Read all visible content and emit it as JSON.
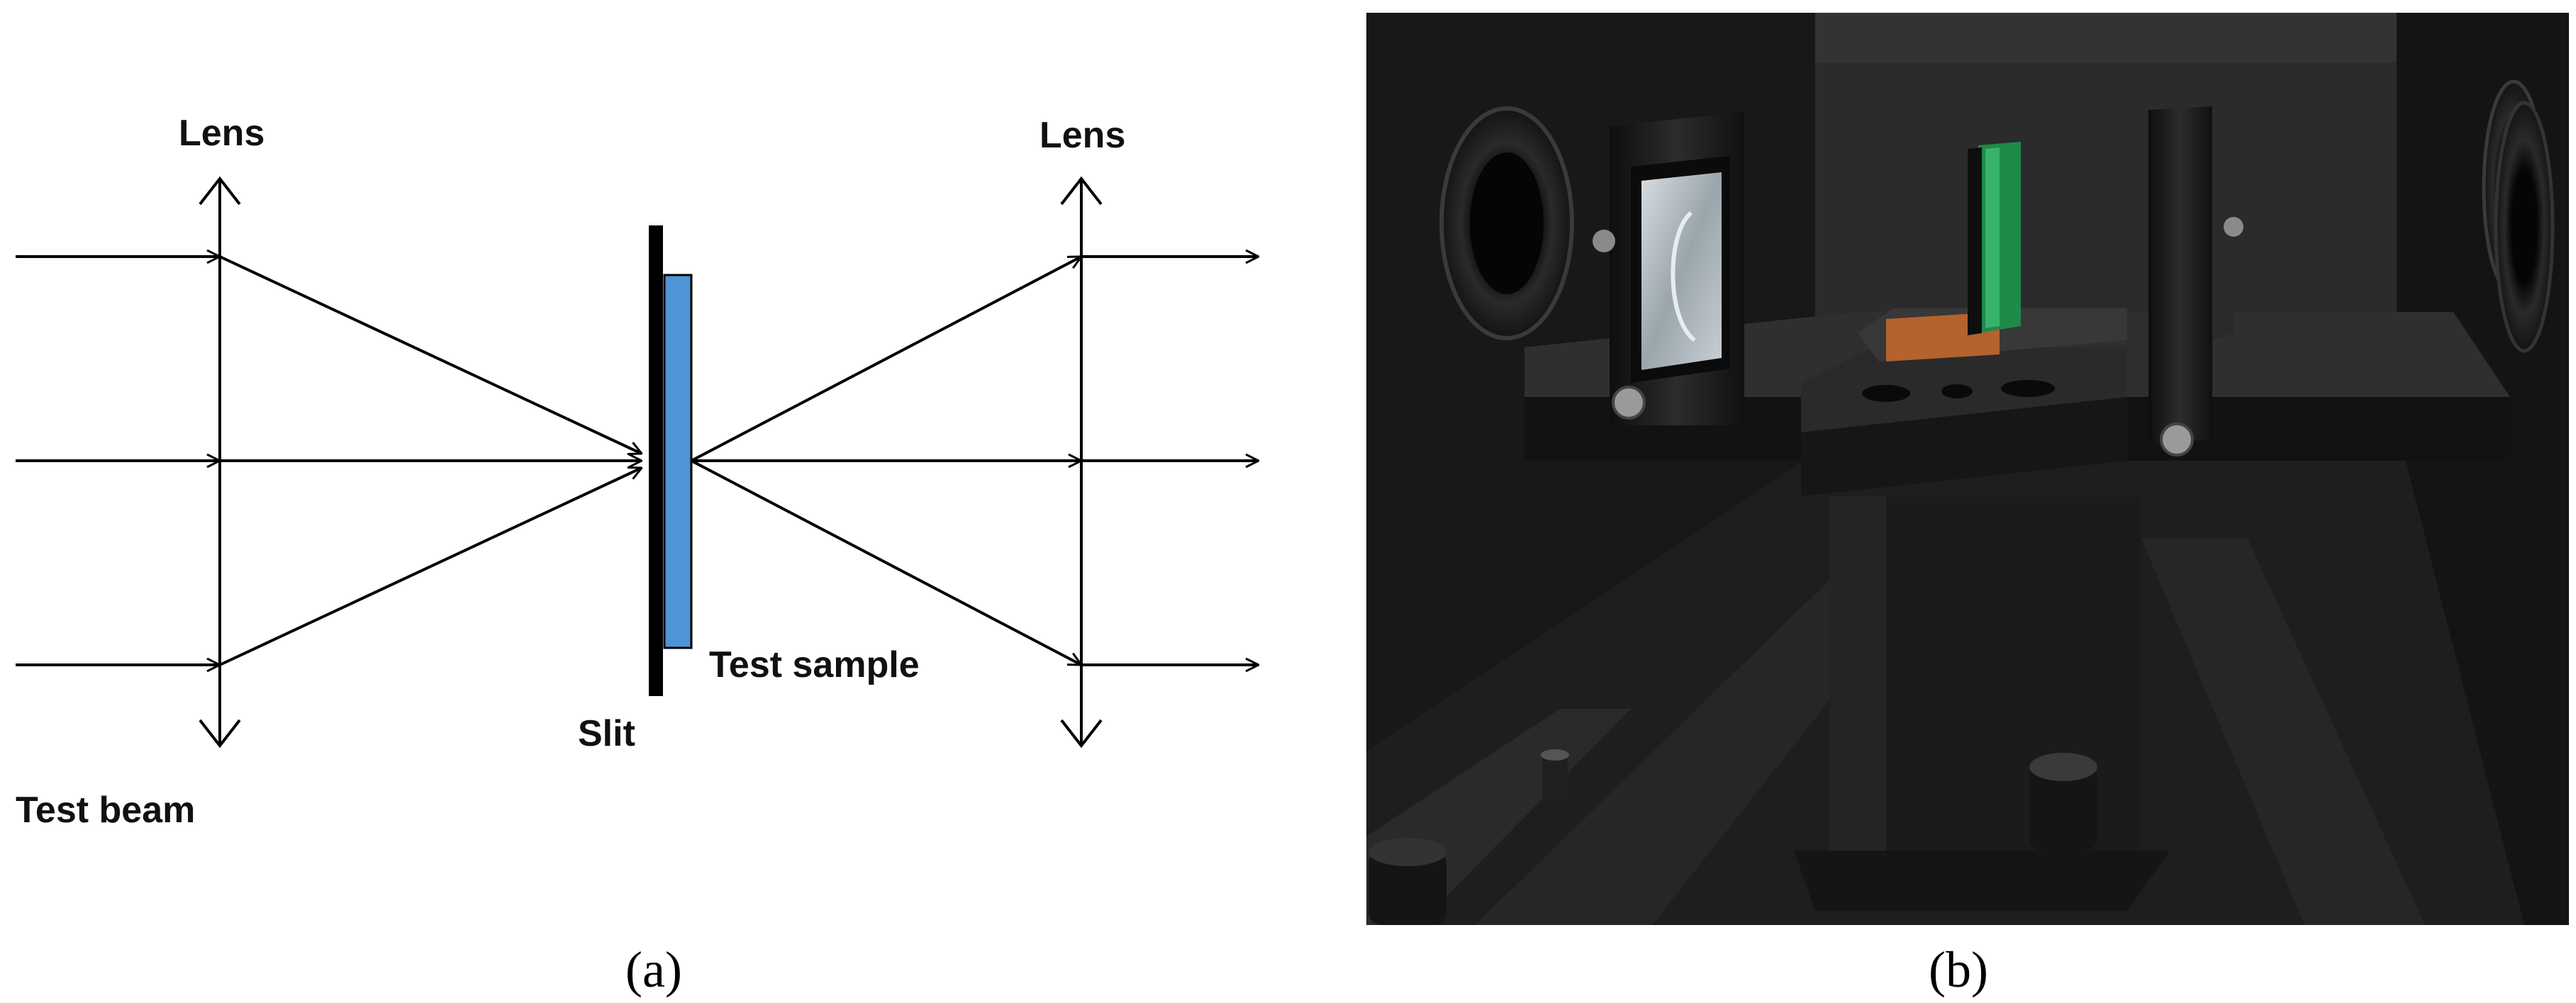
{
  "diagram": {
    "labels": {
      "lens_left": "Lens",
      "lens_right": "Lens",
      "slit": "Slit",
      "test_sample": "Test sample",
      "test_beam": "Test beam"
    },
    "colors": {
      "line": "#000000",
      "sample": "#4f94d4",
      "slit": "#000000"
    }
  },
  "photo": {
    "colors": {
      "background": "#252525",
      "back_wall": "#1c1c1c",
      "mount": "#141414",
      "rail": "#1f1f1f",
      "glass": "#b9c3c8",
      "green_filter": "#1f8a4a",
      "copper": "#b4622e"
    }
  },
  "captions": {
    "a": "(a)",
    "b": "(b)"
  }
}
